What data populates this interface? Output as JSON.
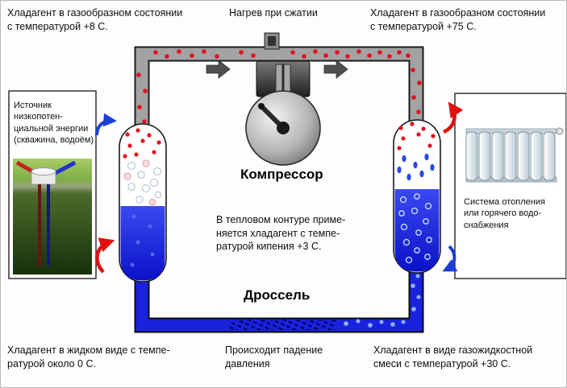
{
  "labels": {
    "refrigerant_gas_cold": "Хладагент в газообразном состоянии\nс температурой +8 С.",
    "compression_heating": "Нагрев при сжатии",
    "refrigerant_gas_hot": "Хладагент в газообразном состоянии\nс температурой +75 С.",
    "low_potential_source": "Источник низкопотен-\nциальной энергии\n(скважина, водоём)",
    "compressor": "Компрессор",
    "circuit_note": "В тепловом контуре приме-\nняется хладагент с темпе-\nратурой кипения +3 С.",
    "heating_system": "Система отопления\nили горячего водо-\nснабжения",
    "throttle": "Дроссель",
    "refrigerant_liquid": "Хладагент в жидком виде с темпе-\nратурой около 0 С.",
    "pressure_drop": "Происходит падение\nдавления",
    "refrigerant_mix": "Хладагент в виде газожидкостной\nсмеси с температурой +30 С."
  },
  "colors": {
    "gas_pipe": "#a3a3a3",
    "liquid_pipe": "#1a22dd",
    "liquid_fill_top": "#3a49f0",
    "liquid_fill_bottom": "#0a12c8",
    "hot_dot": "#e01020",
    "hot_arrow": "#e01010",
    "cold_arrow": "#1b3fd4",
    "hatch": "#000066"
  }
}
